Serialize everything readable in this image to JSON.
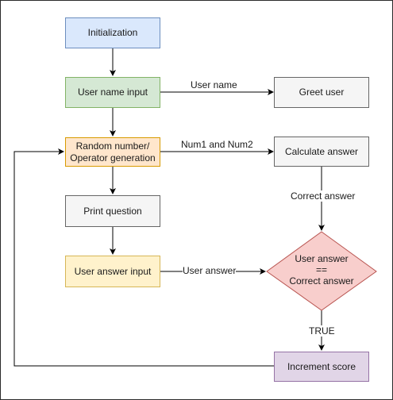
{
  "colors": {
    "blue_fill": "#dae8fc",
    "blue_stroke": "#6c8ebf",
    "green_fill": "#d5e8d4",
    "green_stroke": "#82b366",
    "orange_fill": "#ffe6cc",
    "orange_stroke": "#d79b00",
    "gray_fill": "#f5f5f5",
    "gray_stroke": "#666666",
    "yellow_fill": "#fff2cc",
    "yellow_stroke": "#d6b656",
    "red_fill": "#f8cecc",
    "red_stroke": "#b85450",
    "purple_fill": "#e1d5e7",
    "purple_stroke": "#9673a6",
    "line": "#000000"
  },
  "nodes": {
    "initialization": "Initialization",
    "user_name_input": "User name input",
    "greet_user": "Greet user",
    "random_gen_line1": "Random number/",
    "random_gen_line2": "Operator generation",
    "calculate_answer": "Calculate answer",
    "print_question": "Print question",
    "user_answer_input": "User answer input",
    "compare_line1": "User answer",
    "compare_line2": "==",
    "compare_line3": "Correct answer",
    "increment_score": "Increment score"
  },
  "edge_labels": {
    "user_name": "User name",
    "num1_num2": "Num1 and Num2",
    "correct_answer": "Correct answer",
    "user_answer": "User answer",
    "true_label": "TRUE"
  }
}
